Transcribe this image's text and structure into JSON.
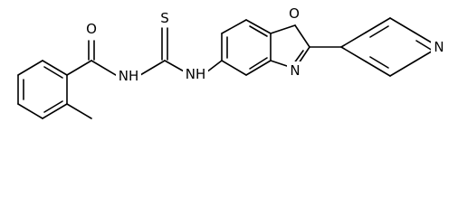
{
  "molecule": {
    "atoms": {
      "carbonyl_oxygen": "O",
      "amide_nh": "NH",
      "thiocarbonyl_sulfur": "S",
      "thiourea_nh": "NH",
      "oxazole_oxygen": "O",
      "oxazole_nitrogen": "N",
      "pyridine_nitrogen": "N"
    }
  }
}
